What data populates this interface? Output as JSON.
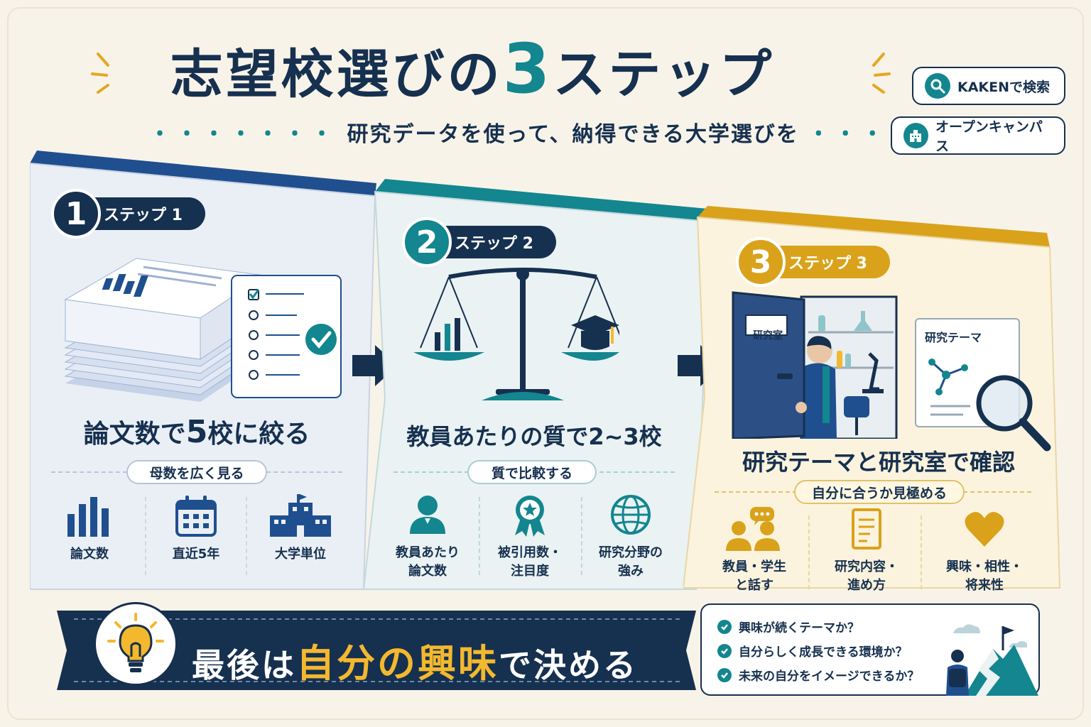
{
  "header": {
    "title_a": "志望校選びの",
    "title_num": "3",
    "title_b": "ステップ",
    "subtitle": "研究データを使って、納得できる大学選びを",
    "dots": "・・・・・・・"
  },
  "side_buttons": [
    {
      "label": "KAKENで検索",
      "icon": "search-icon"
    },
    {
      "label": "オープンキャンパス",
      "icon": "building-icon"
    }
  ],
  "colors": {
    "navy": "#16304f",
    "blue": "#1f4f8f",
    "teal": "#13868f",
    "gold": "#d9a21a"
  },
  "steps": [
    {
      "num": "1",
      "badge": "ステップ 1",
      "heading_a": "論文数で",
      "heading_num": "5",
      "heading_b": "校に絞る",
      "tag": "母数を広く見る",
      "features": [
        {
          "label1": "論文数",
          "label2": "",
          "icon": "bar-chart-icon"
        },
        {
          "label1": "直近5年",
          "label2": "",
          "icon": "calendar-icon"
        },
        {
          "label1": "大学単位",
          "label2": "",
          "icon": "university-icon"
        }
      ]
    },
    {
      "num": "2",
      "badge": "ステップ 2",
      "heading": "教員あたりの質で2~3校",
      "tag": "質で比較する",
      "features": [
        {
          "label1": "教員あたり",
          "label2": "論文数",
          "icon": "person-icon"
        },
        {
          "label1": "被引用数・",
          "label2": "注目度",
          "icon": "medal-icon"
        },
        {
          "label1": "研究分野の",
          "label2": "強み",
          "icon": "globe-icon"
        }
      ]
    },
    {
      "num": "3",
      "badge": "ステップ 3",
      "heading": "研究テーマと研究室で確認",
      "tag": "自分に合うか見極める",
      "door_sign": "研究室",
      "card_title": "研究テーマ",
      "features": [
        {
          "label1": "教員・学生",
          "label2": "と話す",
          "icon": "people-chat-icon"
        },
        {
          "label1": "研究内容・",
          "label2": "進め方",
          "icon": "document-icon"
        },
        {
          "label1": "興味・相性・",
          "label2": "将来性",
          "icon": "heart-icon"
        }
      ]
    }
  ],
  "banner": {
    "pre": "最後は",
    "highlight": "自分の興味",
    "post": "で決める"
  },
  "checklist": [
    "興味が続くテーマか？",
    "自分らしく成長できる環境か？",
    "未来の自分をイメージできるか？"
  ]
}
